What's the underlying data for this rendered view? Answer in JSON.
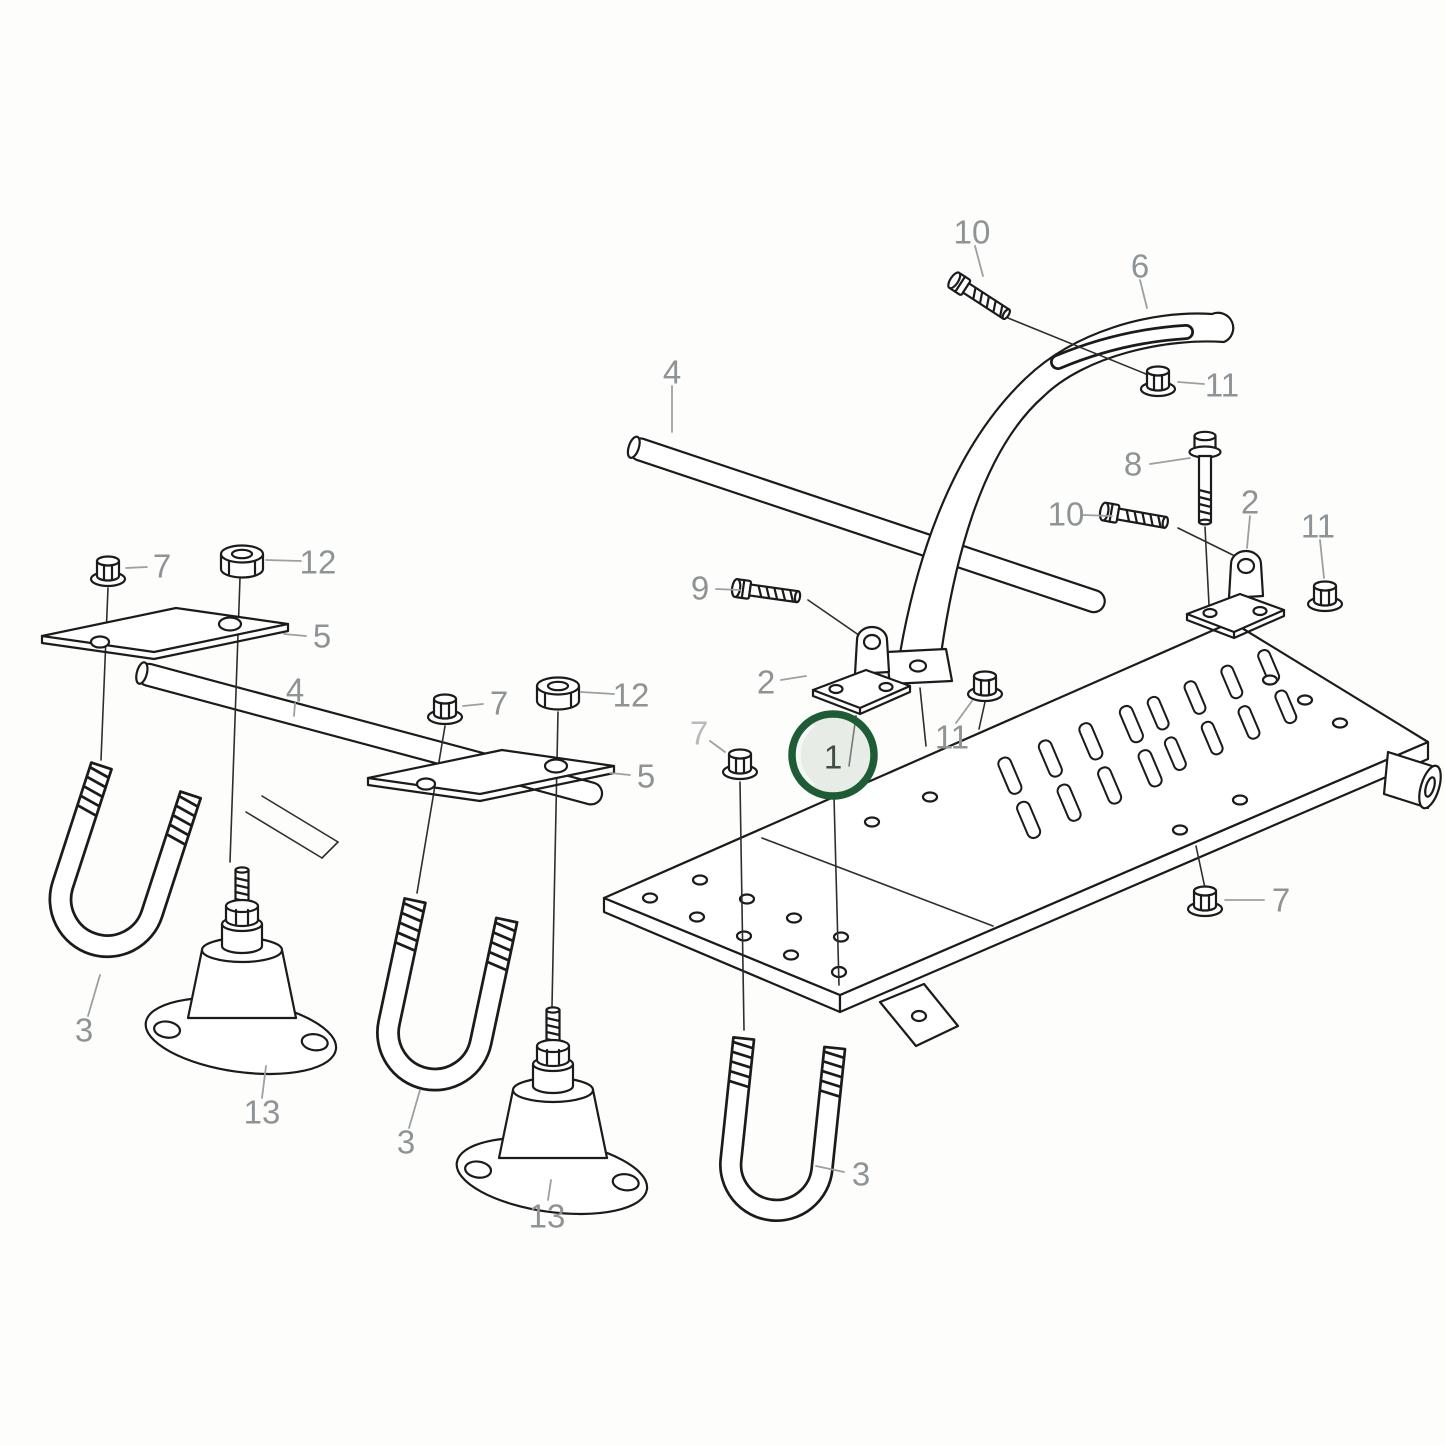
{
  "diagram": {
    "kind": "exploded-parts-diagram",
    "highlighted_callout": "1"
  },
  "colors": {
    "background": "#fdfdfb",
    "outline": "#1b1b1b",
    "label": "#8e9396",
    "label_faded": "#b7bbbd",
    "label_highlight": "#3f4d45",
    "highlight_ring": "#1e5c35",
    "highlight_fill": "#cdd8cc"
  },
  "callouts": {
    "c1": "1",
    "c2a": "2",
    "c2b": "2",
    "c3a": "3",
    "c3b": "3",
    "c3c": "3",
    "c4a": "4",
    "c4b": "4",
    "c5a": "5",
    "c5b": "5",
    "c6": "6",
    "c7a": "7",
    "c7b": "7",
    "c7c": "7",
    "c7d": "7",
    "c8": "8",
    "c9": "9",
    "c10a": "10",
    "c10b": "10",
    "c11a": "11",
    "c11b": "11",
    "c11c": "11",
    "c12a": "12",
    "c12b": "12",
    "c13a": "13",
    "c13b": "13"
  }
}
